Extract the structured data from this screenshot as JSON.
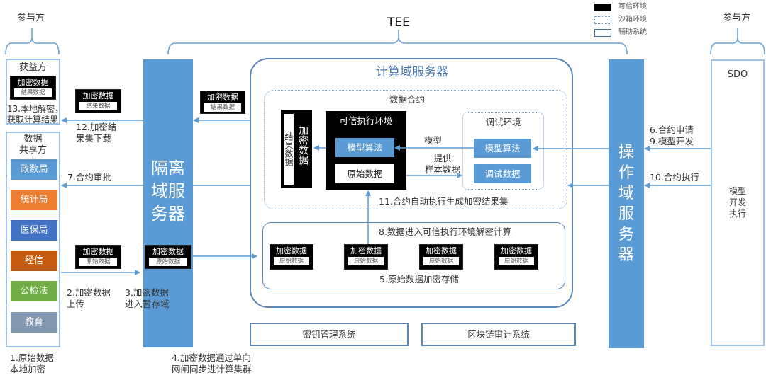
{
  "legend": [
    {
      "label": "可信环境",
      "style": "solid-black"
    },
    {
      "label": "沙箱环境",
      "style": "dotted-outline"
    },
    {
      "label": "辅助系统",
      "style": "solid-outline"
    }
  ],
  "tee_label": "TEE",
  "colors": {
    "accent": "#5b9bd5",
    "border": "#5a87b8",
    "party_border": "#9dc3e6",
    "trusted_env": "#000000",
    "title_blue": "#3d6fa6"
  },
  "left_participants": {
    "heading": "参与方",
    "beneficiary": {
      "title": "获益方",
      "enc_box": {
        "outer": "加密数据",
        "inner": "结果数据"
      }
    },
    "sharer": {
      "title": [
        "数据",
        "共享方"
      ],
      "agencies": [
        {
          "label": "政数局",
          "color": "#5b9bd5"
        },
        {
          "label": "统计局",
          "color": "#ed7d31"
        },
        {
          "label": "医保局",
          "color": "#4472c4"
        },
        {
          "label": "经信",
          "color": "#c55a11"
        },
        {
          "label": "公检法",
          "color": "#70ad47"
        },
        {
          "label": "教育",
          "color": "#8497b0"
        }
      ]
    }
  },
  "right_participants": {
    "heading": "参与方",
    "sdo": "SDO",
    "actions": [
      "模型",
      "开发",
      "执行"
    ]
  },
  "isolation_server": {
    "title": [
      "隔离",
      "域服",
      "务器"
    ],
    "staging_box": {
      "outer": "加密数据",
      "inner": "原始数据"
    }
  },
  "operation_server": {
    "title": [
      "操",
      "作",
      "域",
      "服",
      "务",
      "器"
    ]
  },
  "compute_server": {
    "title": "计算域服务器",
    "data_contract": {
      "title": "数据合约",
      "result_box": {
        "outer": "加密数据",
        "inner": "结果数据"
      },
      "trusted_env": {
        "title": "可信执行环境",
        "model": "模型算法",
        "raw": "原始数据"
      },
      "model_label": "模型",
      "sample_label": [
        "提供",
        "样本数据"
      ],
      "debug_env": {
        "title": "调试环境",
        "model": "模型算法",
        "data": "调试数据"
      }
    },
    "storage": {
      "boxes": [
        {
          "outer": "加密数据",
          "inner": "原始数据"
        },
        {
          "outer": "加密数据",
          "inner": "原始数据"
        },
        {
          "outer": "加密数据",
          "inner": "原始数据"
        },
        {
          "outer": "加密数据",
          "inner": "原始数据"
        }
      ]
    }
  },
  "aux_systems": {
    "kms": "密钥管理系统",
    "audit": "区块链审计系统"
  },
  "flow_boxes": {
    "download": {
      "outer": "加密数据",
      "inner": "结果数据"
    },
    "compute_result": {
      "outer": "加密数据",
      "inner": "结果数据"
    },
    "upload": {
      "outer": "加密数据",
      "inner": "原始数据"
    }
  },
  "steps": {
    "s1": [
      "1.原始数据",
      "本地加密"
    ],
    "s2": [
      "2.加密数据",
      "上传"
    ],
    "s3": [
      "3.加密数据",
      "进入暂存域"
    ],
    "s4": [
      "4.加密数据通过单向",
      "网闸同步进计算集群"
    ],
    "s5": "5.原始数据加密存储",
    "s6_9": [
      "6.合约申请",
      "9.模型开发"
    ],
    "s7": "7.合约审批",
    "s8": "8.数据进入可信执行环境解密计算",
    "s10": "10.合约执行",
    "s11": "11.合约自动执行生成加密结果集",
    "s12": [
      "12.加密结",
      "果集下载"
    ],
    "s13": [
      "13.本地解密，",
      "获取计算结果"
    ]
  }
}
